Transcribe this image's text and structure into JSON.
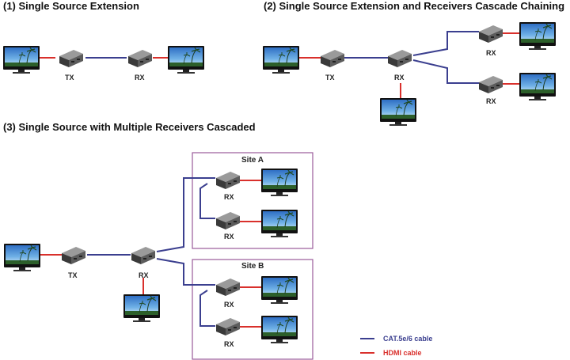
{
  "titles": {
    "section1": "(1)  Single Source Extension",
    "section2": "(2) Single Source Extension and Receivers Cascade Chaining",
    "section3": "(3) Single Source with Multiple Receivers Cascaded"
  },
  "labels": {
    "tx": "TX",
    "rx": "RX",
    "site_a": "Site A",
    "site_b": "Site B"
  },
  "legend": {
    "cat_cable": "CAT.5e/6 cable",
    "hdmi_cable": "HDMI cable"
  },
  "colors": {
    "cat_cable": "#3b3f8f",
    "hdmi_cable": "#d9302c",
    "site_border": "#9a5a9a",
    "legend_cat_text": "#3b3f8f",
    "legend_hdmi_text": "#d9302c"
  }
}
